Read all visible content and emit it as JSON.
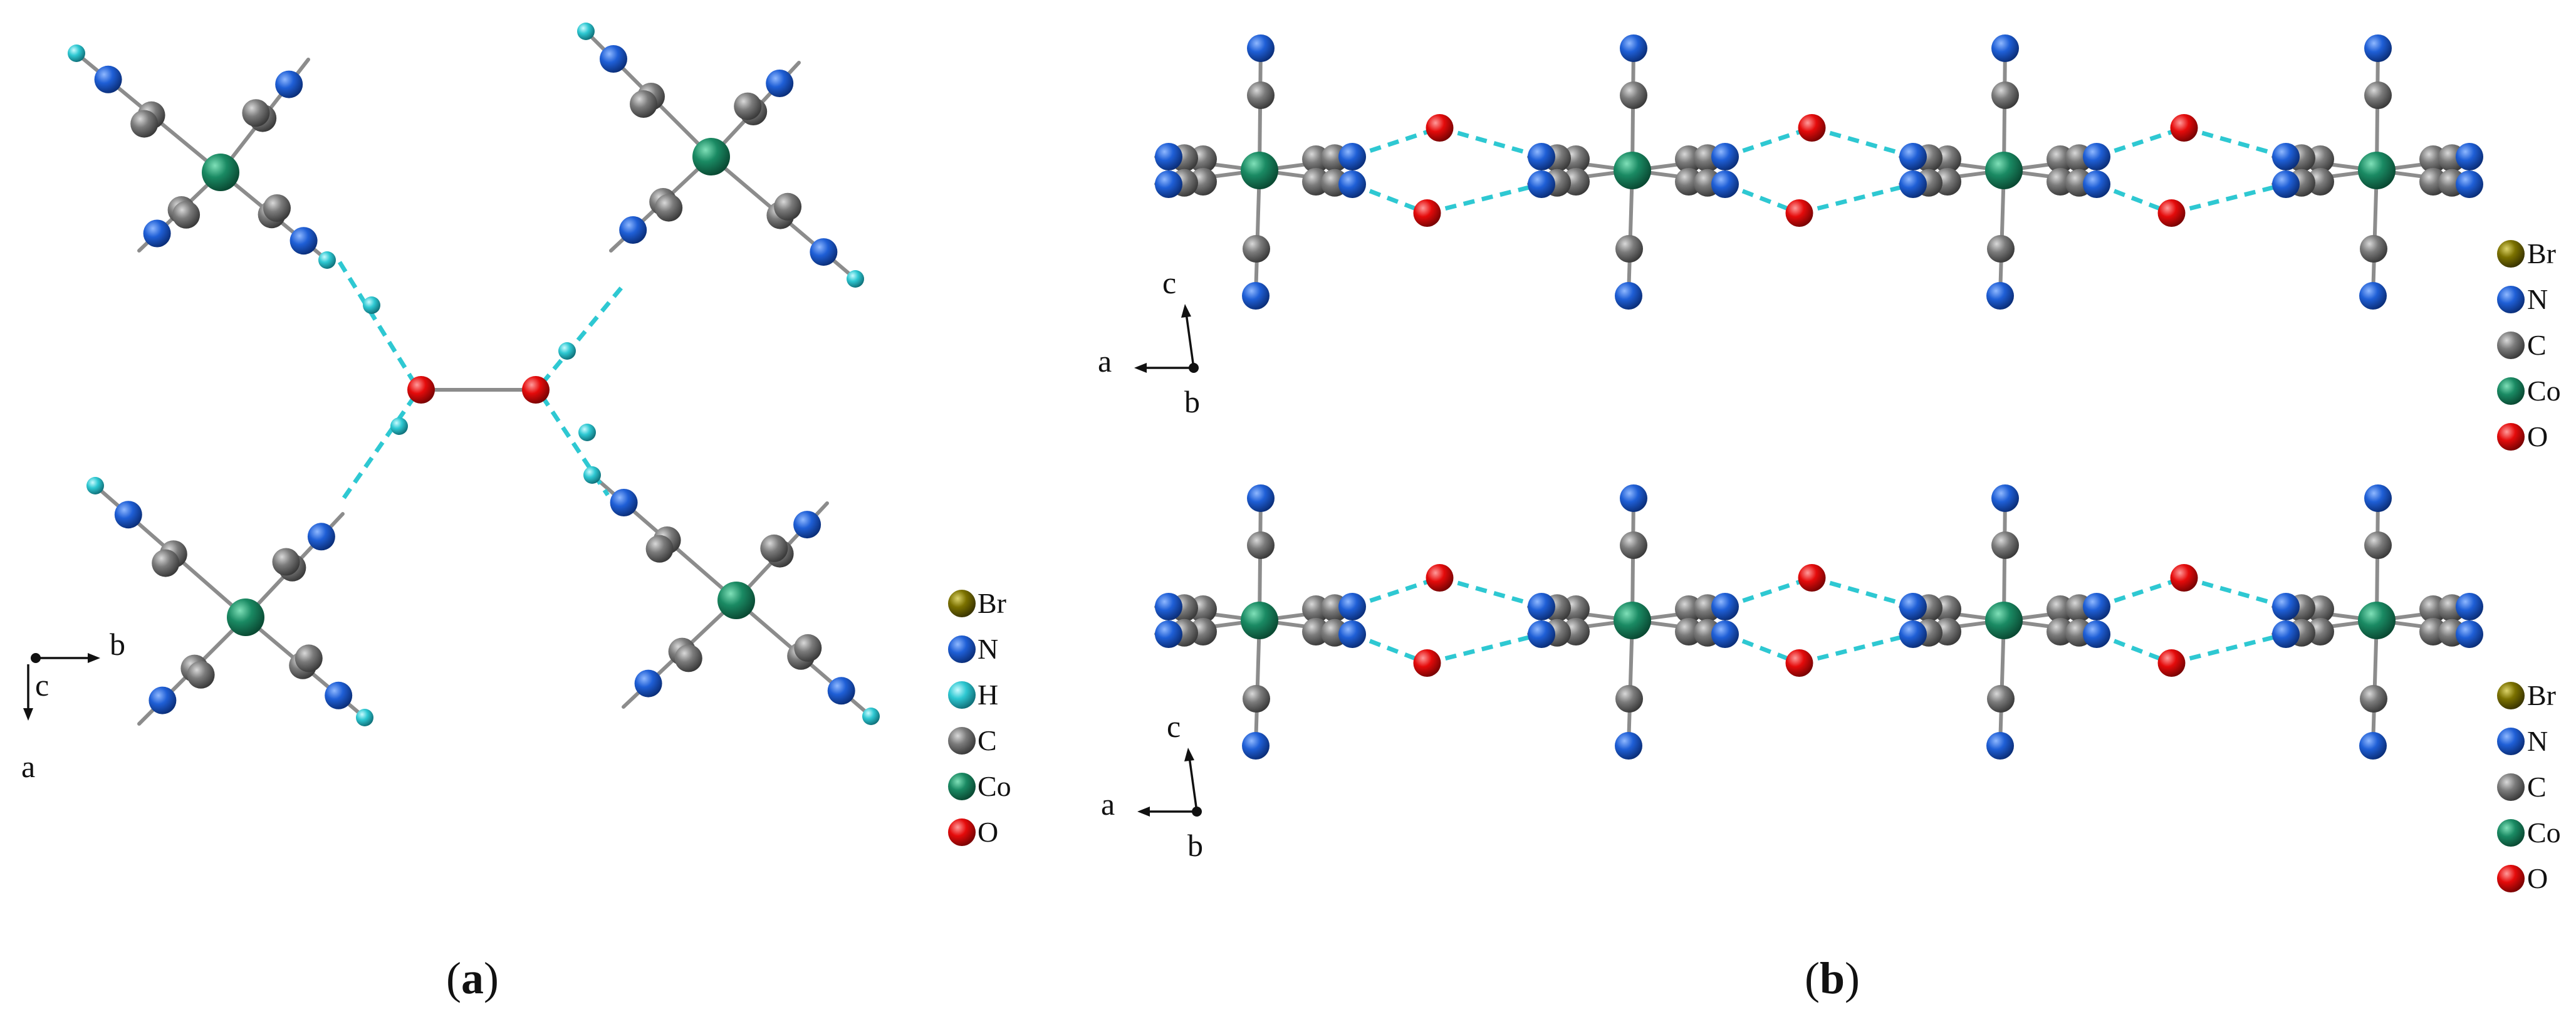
{
  "panel_a": {
    "caption_paren_open": "(",
    "caption_letter": "a",
    "caption_paren_close": ")",
    "legend": [
      {
        "symbol": "Br",
        "color": "#7b7100"
      },
      {
        "symbol": "N",
        "color": "#1f5fd6"
      },
      {
        "symbol": "H",
        "color": "#2ec8d2"
      },
      {
        "symbol": "C",
        "color": "#7b7b7b"
      },
      {
        "symbol": "Co",
        "color": "#1a8a63"
      },
      {
        "symbol": "O",
        "color": "#e50b0b"
      }
    ],
    "axes": {
      "c": "c",
      "b": "b",
      "a": "a"
    }
  },
  "panel_b": {
    "caption_paren_open": "(",
    "caption_letter": "b",
    "caption_paren_close": ")",
    "legend_top": [
      {
        "symbol": "Br",
        "color": "#7b7100"
      },
      {
        "symbol": "N",
        "color": "#1f5fd6"
      },
      {
        "symbol": "C",
        "color": "#7b7b7b"
      },
      {
        "symbol": "Co",
        "color": "#1a8a63"
      },
      {
        "symbol": "O",
        "color": "#e50b0b"
      }
    ],
    "legend_bottom": [
      {
        "symbol": "Br",
        "color": "#7b7100"
      },
      {
        "symbol": "N",
        "color": "#1f5fd6"
      },
      {
        "symbol": "C",
        "color": "#7b7b7b"
      },
      {
        "symbol": "Co",
        "color": "#1a8a63"
      },
      {
        "symbol": "O",
        "color": "#e50b0b"
      }
    ],
    "axes_top": {
      "c": "c",
      "a": "a",
      "b": "b"
    },
    "axes_bottom": {
      "c": "c",
      "a": "a",
      "b": "b"
    }
  },
  "colors": {
    "Br": "#7b7100",
    "N": "#1f5fd6",
    "H": "#2ec8d2",
    "C": "#7b7b7b",
    "Co": "#1a8a63",
    "O": "#e50b0b",
    "bond": "#8c8c8c",
    "hbond": "#2ec8d2"
  }
}
